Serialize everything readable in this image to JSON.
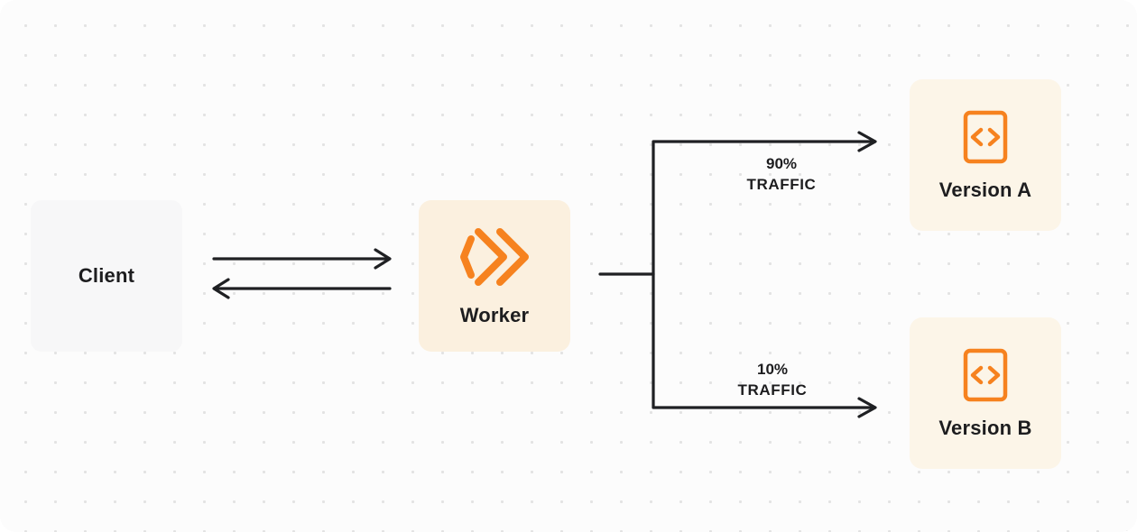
{
  "diagram": {
    "nodes": {
      "client": {
        "label": "Client"
      },
      "worker": {
        "label": "Worker"
      },
      "version_a": {
        "label": "Version A"
      },
      "version_b": {
        "label": "Version B"
      }
    },
    "edges": {
      "client_worker": {
        "type": "bidirectional-arrows"
      },
      "top": {
        "percent": "90%",
        "label": "TRAFFIC"
      },
      "bottom": {
        "percent": "10%",
        "label": "TRAFFIC"
      }
    },
    "icons": {
      "worker": "workers-double-chevron-icon",
      "version_a": "code-file-icon",
      "version_b": "code-file-icon"
    },
    "colors": {
      "accent_orange": "#F6821F",
      "worker_box": "#FBF0DF",
      "version_box": "#FCF5E8",
      "client_box": "#F7F7F8",
      "line_dark": "#1F2023",
      "background": "#FCFCFC",
      "dot_grid": "#E3E3E3"
    }
  }
}
